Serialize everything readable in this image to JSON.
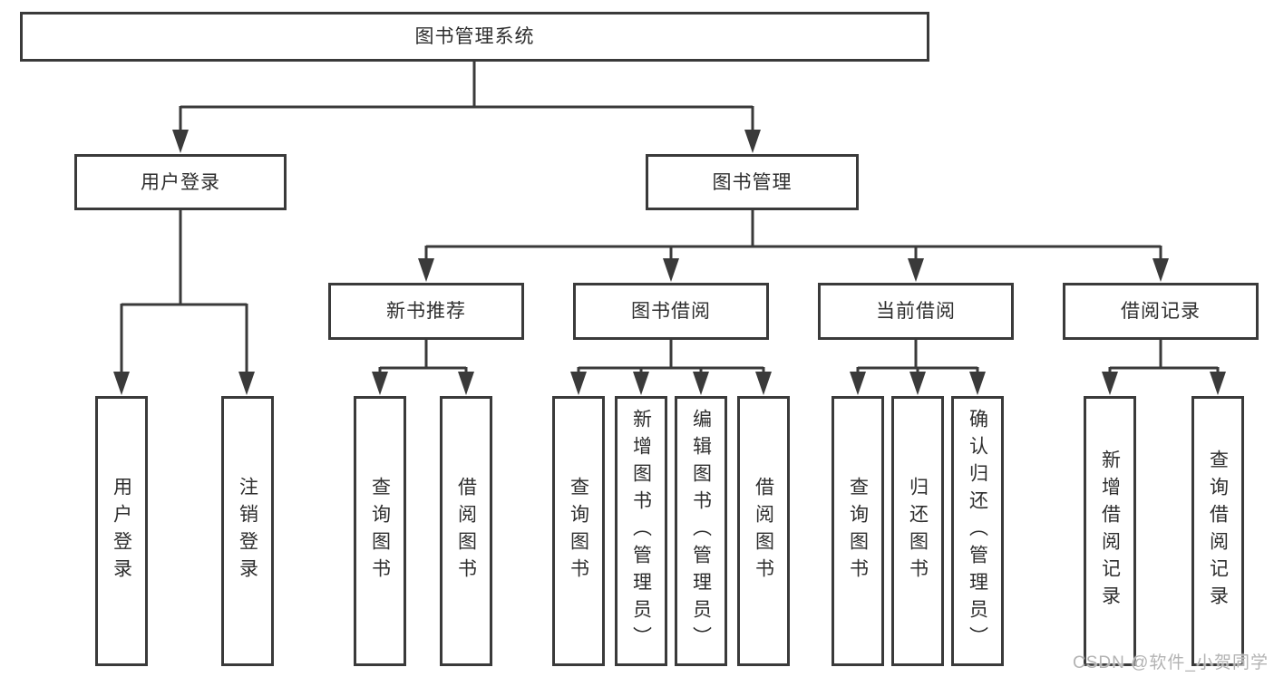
{
  "diagram": {
    "title": "图书管理系统",
    "colors": {
      "line": "#3a3a3a",
      "box_border": "#3a3a3a",
      "text": "#2e2e2e",
      "background": "#ffffff",
      "watermark": "#b3b3b3"
    },
    "nodes": {
      "root": {
        "label": "图书管理系统"
      },
      "user_login": {
        "label": "用户登录"
      },
      "book_management": {
        "label": "图书管理"
      },
      "new_book_recommend": {
        "label": "新书推荐"
      },
      "book_borrowing": {
        "label": "图书借阅"
      },
      "current_borrowing": {
        "label": "当前借阅"
      },
      "borrowing_records": {
        "label": "借阅记录"
      },
      "leaf_user_login": {
        "label": "用户登录"
      },
      "leaf_logout": {
        "label": "注销登录"
      },
      "leaf_query_books_recommend": {
        "label": "查询图书"
      },
      "leaf_borrow_books_recommend": {
        "label": "借阅图书"
      },
      "leaf_query_books_borrowing": {
        "label": "查询图书"
      },
      "leaf_add_books_admin": {
        "label": "新增图书（管理员）"
      },
      "leaf_edit_books_admin": {
        "label": "编辑图书（管理员）"
      },
      "leaf_borrow_books_borrowing": {
        "label": "借阅图书"
      },
      "leaf_query_books_current": {
        "label": "查询图书"
      },
      "leaf_return_books": {
        "label": "归还图书"
      },
      "leaf_confirm_return_admin": {
        "label": "确认归还（管理员）"
      },
      "leaf_add_borrow_record": {
        "label": "新增借阅记录"
      },
      "leaf_query_borrow_record": {
        "label": "查询借阅记录"
      }
    },
    "watermark": {
      "text": "CSDN @软件_小贺同学"
    }
  }
}
